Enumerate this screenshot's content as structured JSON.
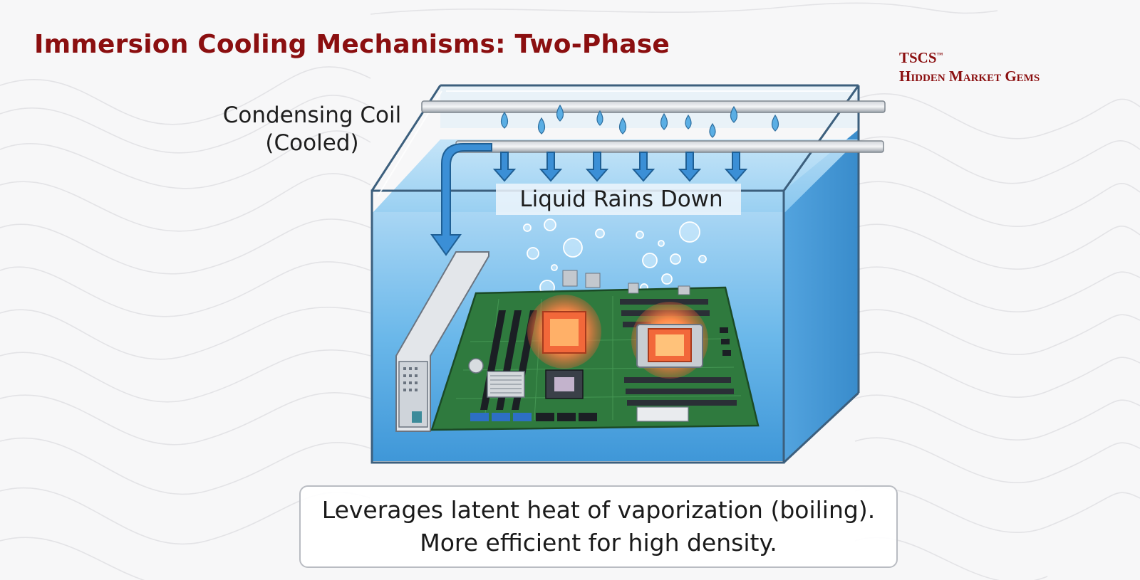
{
  "title": "Immersion Cooling Mechanisms: Two-Phase",
  "brand": {
    "name": "TSCS",
    "trademark": "™",
    "tagline": "Hidden Market Gems"
  },
  "labels": {
    "condensing_coil_line1": "Condensing Coil",
    "condensing_coil_line2": "(Cooled)",
    "liquid_rains_down": "Liquid Rains Down"
  },
  "caption": {
    "line1": "Leverages latent heat of vaporization (boiling).",
    "line2": "More efficient for high density."
  },
  "colors": {
    "title": "#8b0f10",
    "liquid": "#5aaee4",
    "arrow": "#3b8fd6",
    "pcb": "#2f7a3e",
    "hot_chip": "#f2683a"
  }
}
